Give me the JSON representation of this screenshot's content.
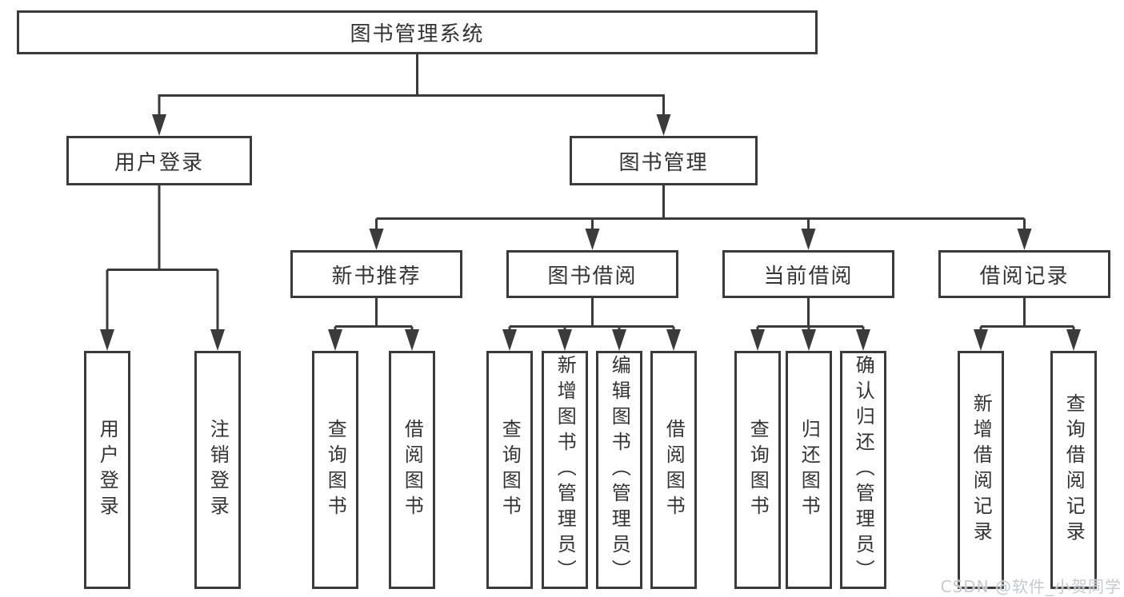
{
  "diagram": {
    "root": {
      "label": "图书管理系统"
    },
    "level2": [
      {
        "label": "用户登录"
      },
      {
        "label": "图书管理"
      }
    ],
    "level3": [
      {
        "label": "新书推荐",
        "parent": "图书管理"
      },
      {
        "label": "图书借阅",
        "parent": "图书管理"
      },
      {
        "label": "当前借阅",
        "parent": "图书管理"
      },
      {
        "label": "借阅记录",
        "parent": "图书管理"
      }
    ],
    "leaves": [
      {
        "label": "用户登录",
        "parent": "用户登录"
      },
      {
        "label": "注销登录",
        "parent": "用户登录"
      },
      {
        "label": "查询图书",
        "parent": "新书推荐"
      },
      {
        "label": "借阅图书",
        "parent": "新书推荐"
      },
      {
        "label": "查询图书",
        "parent": "图书借阅"
      },
      {
        "label": "新增图书（管理员）",
        "parent": "图书借阅"
      },
      {
        "label": "编辑图书（管理员）",
        "parent": "图书借阅"
      },
      {
        "label": "借阅图书",
        "parent": "图书借阅"
      },
      {
        "label": "查询图书",
        "parent": "当前借阅"
      },
      {
        "label": "归还图书",
        "parent": "当前借阅"
      },
      {
        "label": "确认归还（管理员）",
        "parent": "当前借阅"
      },
      {
        "label": "新增借阅记录",
        "parent": "借阅记录"
      },
      {
        "label": "查询借阅记录",
        "parent": "借阅记录"
      }
    ],
    "colors": {
      "line": "#3b3b3b",
      "text": "#333333",
      "background": "#ffffff",
      "watermark": "#c7cacd"
    }
  },
  "watermark": {
    "text": "CSDN @软件_小贺同学"
  }
}
